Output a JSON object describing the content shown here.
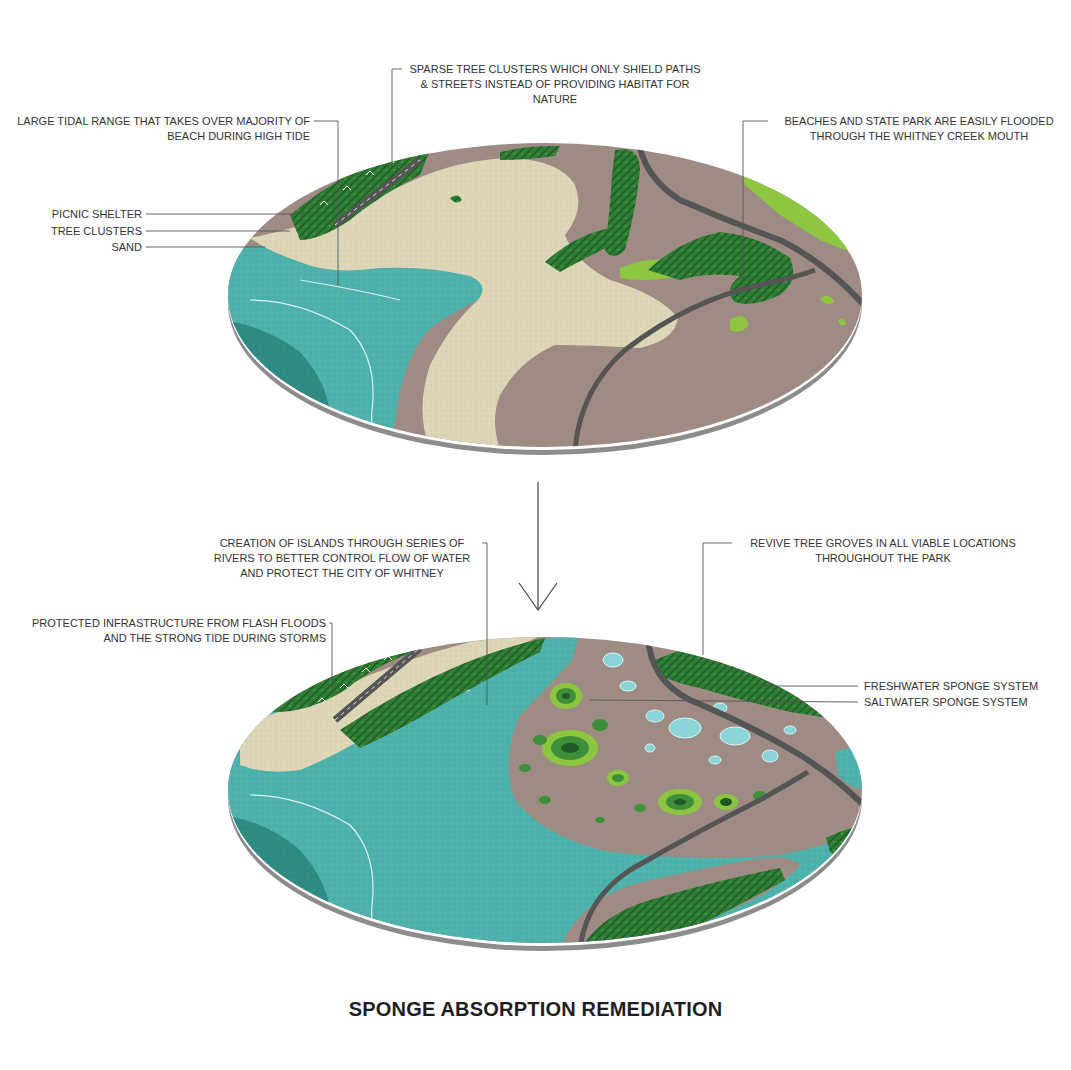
{
  "diagram": {
    "title": "SPONGE ABSORPTION REMEDIATION",
    "labels": [
      "SPARSE TREE CLUSTERS WHICH ONLY SHIELD PATHS & STREETS INSTEAD OF PROVIDING HABITAT FOR NATURE",
      "LARGE TIDAL RANGE THAT TAKES OVER MAJORITY OF BEACH DURING HIGH TIDE",
      "BEACHES AND STATE PARK ARE EASILY FLOODED THROUGH THE WHITNEY CREEK MOUTH",
      "PICNIC SHELTER",
      "TREE CLUSTERS",
      "SAND",
      "CREATION OF ISLANDS THROUGH SERIES OF RIVERS TO BETTER CONTROL FLOW OF WATER AND PROTECT THE CITY OF WHITNEY",
      "REVIVE TREE GROVES IN ALL VIABLE LOCATIONS THROUGHOUT THE PARK",
      "PROTECTED INFRASTRUCTURE FROM FLASH FLOODS AND THE STRONG TIDE DURING STORMS",
      "FRESHWATER SPONGE SYSTEM",
      "SALTWATER SPONGE SYSTEM"
    ]
  }
}
